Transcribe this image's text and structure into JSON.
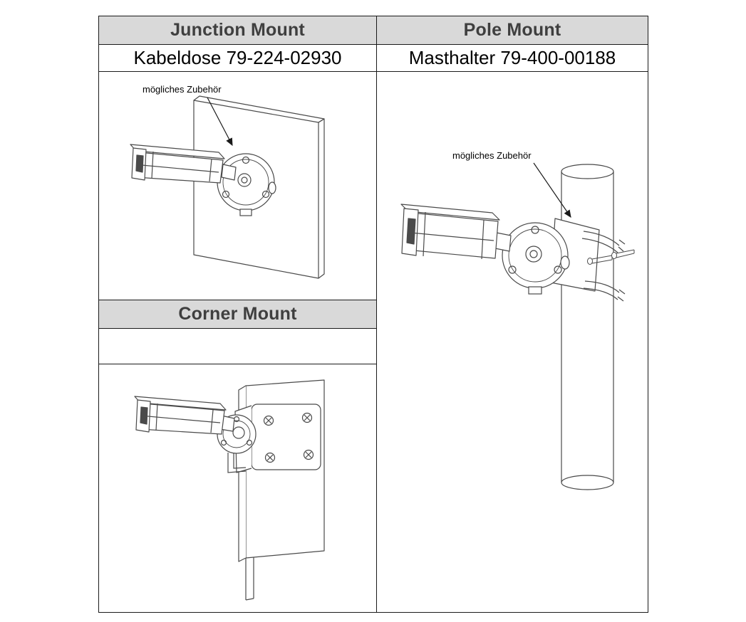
{
  "junction": {
    "header": "Junction Mount",
    "subheader": "Kabeldose 79-224-02930",
    "annotation": "mögliches Zubehör"
  },
  "pole": {
    "header": "Pole Mount",
    "subheader": "Masthalter 79-400-00188",
    "annotation": "mögliches Zubehör"
  },
  "corner": {
    "header": "Corner Mount",
    "subheader": ""
  },
  "colors": {
    "header_background": "#d9d9d9",
    "header_text": "#3f3f3f",
    "body_text": "#000000",
    "table_border": "#1a1a1a",
    "drawing_line": "#4a4a4a"
  }
}
